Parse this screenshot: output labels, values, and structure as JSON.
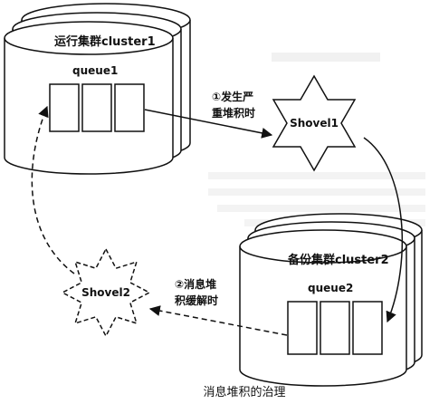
{
  "diagram": {
    "caption": "消息堆积的治理",
    "primary_cluster": {
      "title": "运行集群cluster1",
      "queue_label": "queue1"
    },
    "backup_cluster": {
      "title": "备份集群cluster2",
      "queue_label": "queue2"
    },
    "shovel1": {
      "label": "Shovel1"
    },
    "shovel2": {
      "label": "Shovel2"
    },
    "step1": {
      "line1": "①发生严",
      "line2": "重堆积时"
    },
    "step2": {
      "line1": "②消息堆",
      "line2": "积缓解时"
    }
  }
}
